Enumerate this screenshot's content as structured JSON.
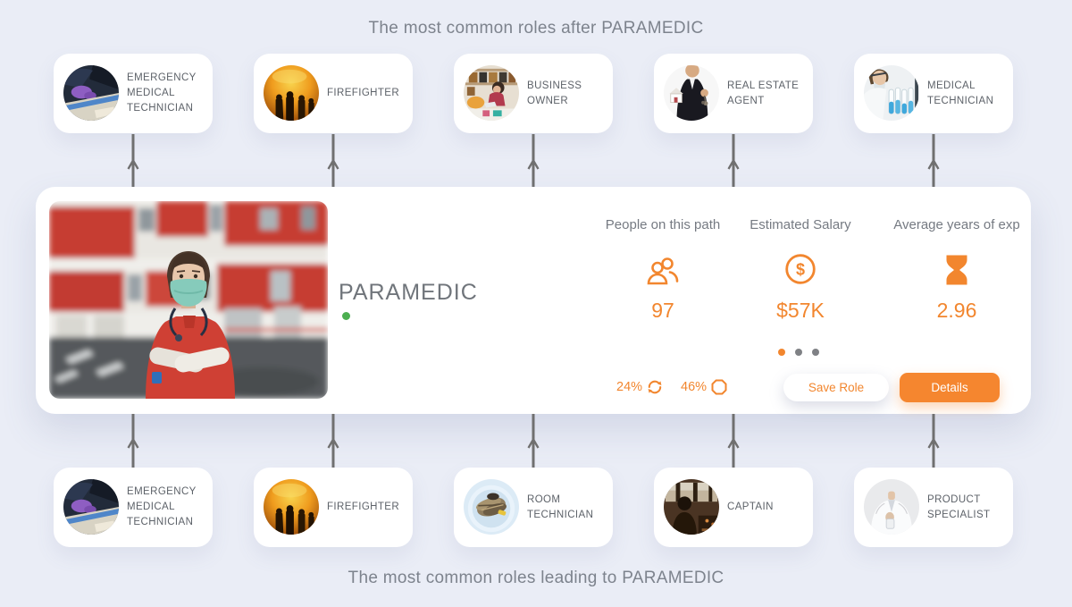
{
  "header": {
    "title": "The most common roles after PARAMEDIC"
  },
  "footer": {
    "title": "The most common roles leading to PARAMEDIC"
  },
  "roles_after": [
    {
      "label": "EMERGENCY MEDICAL TECHNICIAN"
    },
    {
      "label": "FIREFIGHTER"
    },
    {
      "label": "BUSINESS OWNER"
    },
    {
      "label": "REAL ESTATE AGENT"
    },
    {
      "label": "MEDICAL TECHNICIAN"
    }
  ],
  "roles_leading": [
    {
      "label": "EMERGENCY MEDICAL TECHNICIAN"
    },
    {
      "label": "FIREFIGHTER"
    },
    {
      "label": "ROOM TECHNICIAN"
    },
    {
      "label": "CAPTAIN"
    },
    {
      "label": "PRODUCT SPECIALIST"
    }
  ],
  "center": {
    "role_name": "PARAMEDIC",
    "stats": [
      {
        "label": "People on this path",
        "value": "97",
        "icon": "people-icon"
      },
      {
        "label": "Estimated Salary",
        "value": "$57K",
        "icon": "dollar-icon"
      },
      {
        "label": "Average years of exp",
        "value": "2.96",
        "icon": "hourglass-icon"
      }
    ],
    "metrics": [
      {
        "value": "24%",
        "icon": "cycle-icon"
      },
      {
        "value": "46%",
        "icon": "ring-icon"
      }
    ],
    "buttons": {
      "save": "Save Role",
      "details": "Details"
    },
    "pagination": {
      "dots": 3,
      "active_index": 0
    }
  },
  "colors": {
    "accent_orange": "#F2862E",
    "status_green": "#4CAF50",
    "background": "#EAEDF6",
    "arrow_gray": "#707070"
  }
}
